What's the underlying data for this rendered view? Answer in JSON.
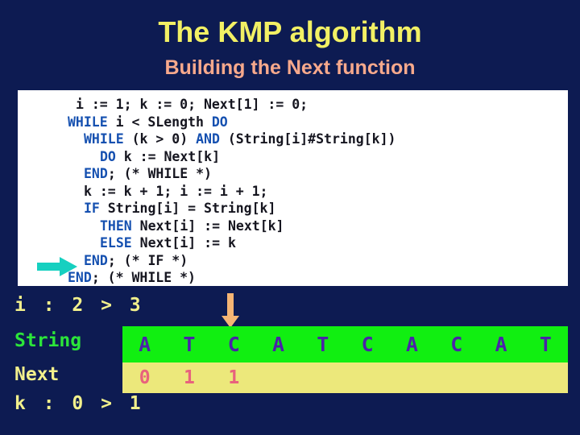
{
  "slide": {
    "background_color": "#0d1b52",
    "title": "The KMP algorithm",
    "title_color": "#f2f064",
    "subtitle": "Building the Next function",
    "subtitle_color": "#f7a98c"
  },
  "code_panel": {
    "background_color": "#ffffff",
    "keyword_color": "#1550b0",
    "plain_color": "#15151f",
    "marker_icon": "right-arrow-icon",
    "marker_color": "#16d0c0",
    "lines": [
      {
        "indent": 1,
        "segments": [
          {
            "t": "i := 1; k := 0; Next[1] := 0;",
            "c": "pl"
          }
        ]
      },
      {
        "indent": 0,
        "segments": [
          {
            "t": "WHILE",
            "c": "kw"
          },
          {
            "t": " i < SLength ",
            "c": "pl"
          },
          {
            "t": "DO",
            "c": "kw"
          }
        ]
      },
      {
        "indent": 2,
        "segments": [
          {
            "t": "WHILE",
            "c": "kw"
          },
          {
            "t": " (k > 0) ",
            "c": "pl"
          },
          {
            "t": "AND",
            "c": "kw"
          },
          {
            "t": " (String[i]#String[k])",
            "c": "pl"
          }
        ]
      },
      {
        "indent": 4,
        "segments": [
          {
            "t": "DO",
            "c": "kw"
          },
          {
            "t": " k := Next[k]",
            "c": "pl"
          }
        ]
      },
      {
        "indent": 2,
        "segments": [
          {
            "t": "END",
            "c": "kw"
          },
          {
            "t": "; (* WHILE *)",
            "c": "pl"
          }
        ]
      },
      {
        "indent": 2,
        "segments": [
          {
            "t": "k := k + 1; i := i + 1;",
            "c": "pl"
          }
        ]
      },
      {
        "indent": 2,
        "segments": [
          {
            "t": "IF",
            "c": "kw"
          },
          {
            "t": " String[i] = String[k]",
            "c": "pl"
          }
        ]
      },
      {
        "indent": 4,
        "segments": [
          {
            "t": "THEN",
            "c": "kw"
          },
          {
            "t": " Next[i] := Next[k]",
            "c": "pl"
          }
        ]
      },
      {
        "indent": 4,
        "segments": [
          {
            "t": "ELSE",
            "c": "kw"
          },
          {
            "t": " Next[i] := k",
            "c": "pl"
          }
        ]
      },
      {
        "indent": 2,
        "segments": [
          {
            "t": "END",
            "c": "kw"
          },
          {
            "t": "; (* IF *)",
            "c": "pl"
          }
        ]
      },
      {
        "indent": 0,
        "segments": [
          {
            "t": "END",
            "c": "kw"
          },
          {
            "t": "; (* WHILE *)",
            "c": "pl"
          }
        ]
      }
    ]
  },
  "trace": {
    "i_line": "i : 2 > 3",
    "k_line": "k : 0 > 1",
    "variable_text_color": "#f2f08c",
    "string_label": "String",
    "string_label_color": "#2ce53a",
    "next_label": "Next",
    "next_label_color": "#f2f08c",
    "string_band_color": "#11ef11",
    "next_band_color": "#ece87b",
    "string_cell_color": "#4b23a8",
    "next_cell_color": "#e8627d",
    "string_cells": [
      "A",
      "T",
      "C",
      "A",
      "T",
      "C",
      "A",
      "C",
      "A",
      "T"
    ],
    "next_cells": [
      "0",
      "1",
      "1",
      "",
      "",
      "",
      "",
      "",
      "",
      ""
    ],
    "pointer_icon": "down-arrow-icon",
    "pointer_color": "#f5b574",
    "pointer_column_index": 2
  }
}
